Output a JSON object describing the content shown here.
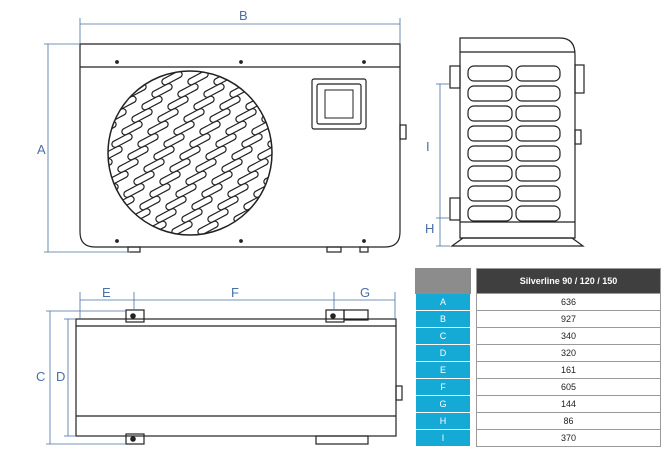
{
  "dimension_labels": {
    "front_width": "B",
    "front_height": "A",
    "side_height": "I",
    "side_foot": "H",
    "top_e": "E",
    "top_f": "F",
    "top_g": "G",
    "top_c": "C",
    "top_d": "D"
  },
  "spec_table": {
    "model_header": "Silverline 90 / 120 / 150",
    "rows": [
      {
        "key": "A",
        "value": "636"
      },
      {
        "key": "B",
        "value": "927"
      },
      {
        "key": "C",
        "value": "340"
      },
      {
        "key": "D",
        "value": "320"
      },
      {
        "key": "E",
        "value": "161"
      },
      {
        "key": "F",
        "value": "605"
      },
      {
        "key": "G",
        "value": "144"
      },
      {
        "key": "H",
        "value": "86"
      },
      {
        "key": "I",
        "value": "370"
      }
    ]
  },
  "colors": {
    "key_cell": "#15a9d6",
    "header_dark": "#3f3f3f",
    "dimension_line": "#4a6fa5",
    "drawing_line": "#222222"
  }
}
